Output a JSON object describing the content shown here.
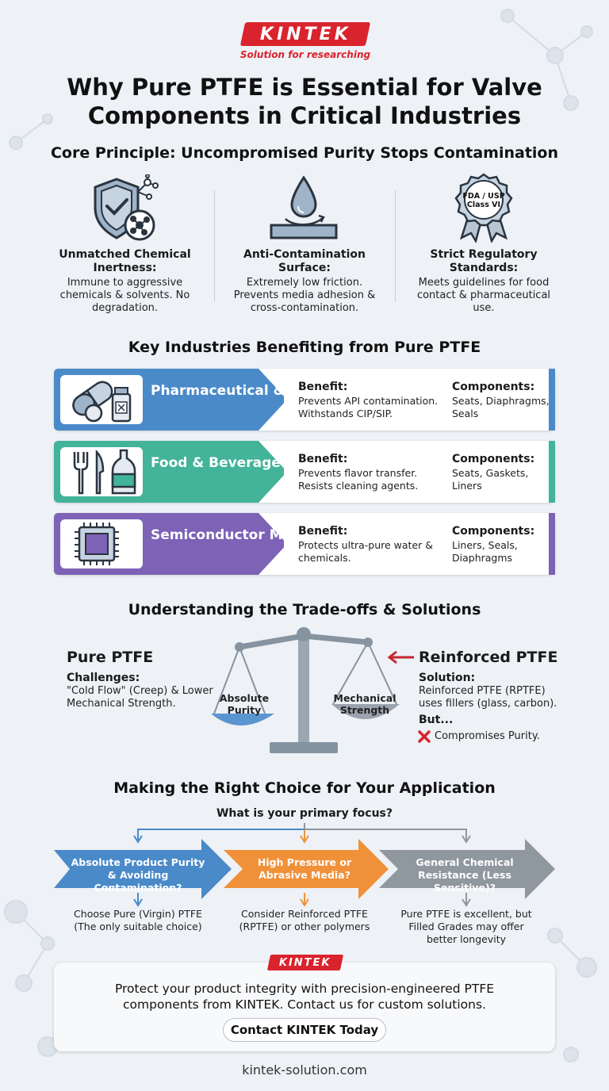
{
  "brand": {
    "logo": "KINTEK",
    "tagline": "Solution for researching"
  },
  "title": "Why Pure PTFE is Essential for Valve Components in Critical Industries",
  "core": {
    "heading": "Core Principle: Uncompromised Purity Stops Contamination",
    "items": [
      {
        "title": "Unmatched Chemical Inertness:",
        "desc": "Immune to aggressive chemicals & solvents. No degradation.",
        "icon": "shield-check-molecule-icon"
      },
      {
        "title": "Anti-Contamination Surface:",
        "desc": "Extremely low friction. Prevents media adhesion & cross-contamination.",
        "icon": "droplet-surface-icon"
      },
      {
        "title": "Strict Regulatory Standards:",
        "desc": "Meets guidelines for food contact & pharmaceutical use.",
        "icon": "certification-badge-icon",
        "badge_text": "FDA / USP Class VI"
      }
    ]
  },
  "industries": {
    "heading": "Key Industries Benefiting from Pure PTFE",
    "benefit_label": "Benefit:",
    "components_label": "Components:",
    "rows": [
      {
        "name": "Pharmaceutical & Biotechnology",
        "benefit": "Prevents API contamination. Withstands CIP/SIP.",
        "components": "Seats, Diaphragms, Seals",
        "color": "#4a8ac9",
        "icon": "pills-vial-icon"
      },
      {
        "name": "Food & Beverage",
        "benefit": "Prevents flavor transfer. Resists cleaning agents.",
        "components": "Seats, Gaskets, Liners",
        "color": "#43b39a",
        "icon": "utensils-bottle-icon"
      },
      {
        "name": "Semiconductor Manufacturing",
        "benefit": "Protects ultra-pure water & chemicals.",
        "components": "Liners, Seals, Diaphragms",
        "color": "#7d62b6",
        "icon": "chip-icon"
      }
    ]
  },
  "tradeoffs": {
    "heading": "Understanding the Trade-offs & Solutions",
    "left_title": "Pure PTFE",
    "left_sub": "Challenges:",
    "left_text": "\"Cold Flow\" (Creep) & Lower Mechanical Strength.",
    "pan_left": "Absolute Purity",
    "pan_right": "Mechanical Strength",
    "right_title": "Reinforced PTFE",
    "right_sub": "Solution:",
    "right_text": "Reinforced PTFE (RPTFE) uses fillers (glass, carbon).",
    "but_label": "But...",
    "but_text": "Compromises Purity."
  },
  "choice": {
    "heading": "Making the Right Choice for Your Application",
    "question": "What is your primary focus?",
    "options": [
      {
        "label": "Absolute Product Purity & Avoiding Contamination?",
        "result": "Choose Pure (Virgin) PTFE (The only suitable choice)",
        "color": "#4a8ac9"
      },
      {
        "label": "High Pressure or Abrasive Media?",
        "result": "Consider Reinforced PTFE (RPTFE) or other polymers",
        "color": "#f0913a"
      },
      {
        "label": "General Chemical Resistance (Less Sensitive)?",
        "result": "Pure PTFE is excellent, but Filled Grades may offer better longevity",
        "color": "#8f979f"
      }
    ]
  },
  "cta": {
    "logo": "KINTEK",
    "text": "Protect your product integrity with precision-engineered PTFE components from KINTEK. Contact us for custom solutions.",
    "button": "Contact KINTEK Today"
  },
  "footer": "kintek-solution.com"
}
